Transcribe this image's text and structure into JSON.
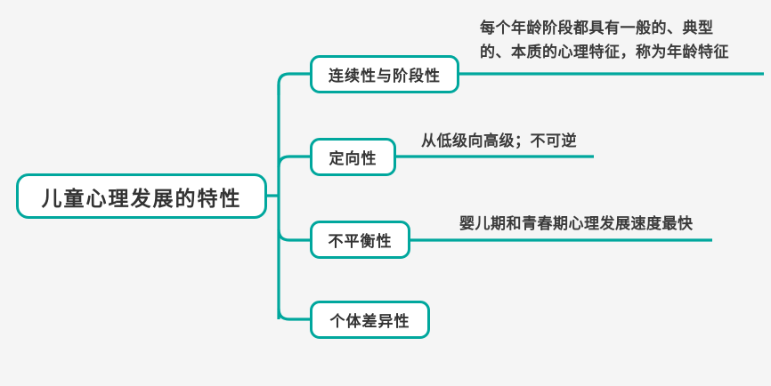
{
  "diagram": {
    "type": "mind-map",
    "title": "儿童心理发展的特性",
    "colors": {
      "accent": "#00a79d",
      "node_background": "#ffffff",
      "canvas_background": "#f5f5f5",
      "text": "#333333",
      "annotation_text": "#3a3a3a"
    },
    "root": {
      "label": "儿童心理发展的特性"
    },
    "branches": [
      {
        "label": "连续性与阶段性",
        "annotation": "每个年龄阶段都具有一般的、典型\n的、本质的心理特征，称为年龄特征"
      },
      {
        "label": "定向性",
        "annotation": "从低级向高级；不可逆"
      },
      {
        "label": "不平衡性",
        "annotation": "婴儿期和青春期心理发展速度最快"
      },
      {
        "label": "个体差异性",
        "annotation": ""
      }
    ]
  }
}
